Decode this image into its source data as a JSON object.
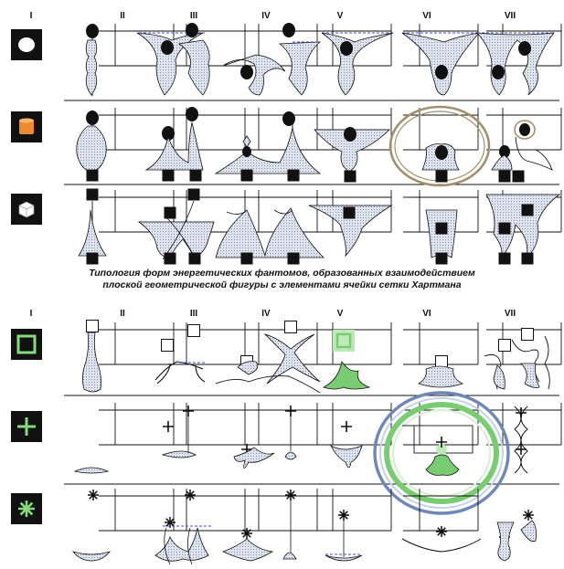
{
  "panels": [
    {
      "name": "top-panel",
      "column_labels": [
        "I",
        "II",
        "III",
        "IV",
        "V",
        "VI",
        "VII"
      ],
      "rows": [
        {
          "figure": "circle",
          "figure_color": "#ffffff"
        },
        {
          "figure": "cylinder",
          "figure_color": "#f08a30"
        },
        {
          "figure": "cube",
          "figure_color": "#ffffff"
        }
      ]
    },
    {
      "name": "bottom-panel",
      "column_labels": [
        "I",
        "II",
        "III",
        "IV",
        "V",
        "VI",
        "VII"
      ],
      "rows": [
        {
          "figure": "square-outline",
          "figure_color": "#86d97e"
        },
        {
          "figure": "cross",
          "figure_color": "#86d97e"
        },
        {
          "figure": "star-asterisk",
          "figure_color": "#86d97e"
        }
      ]
    }
  ],
  "caption": {
    "line1": "Типология форм энергетических фантомов, образованных взаимодействием",
    "line2": "плоской геометрической фигуры с элементами ячейки сетки Хартмана"
  },
  "colors": {
    "ink": "#111111",
    "phantom_fill": "#dfe4ef",
    "phantom_dots": "#8c94ad",
    "dashed_line": "#3b4bd8",
    "green": "#79cc72",
    "green_light": "#bde8b8",
    "ring_blue": "#6f86b8",
    "ring_tan": "#a48f6d",
    "icon_bg": "#111111"
  }
}
